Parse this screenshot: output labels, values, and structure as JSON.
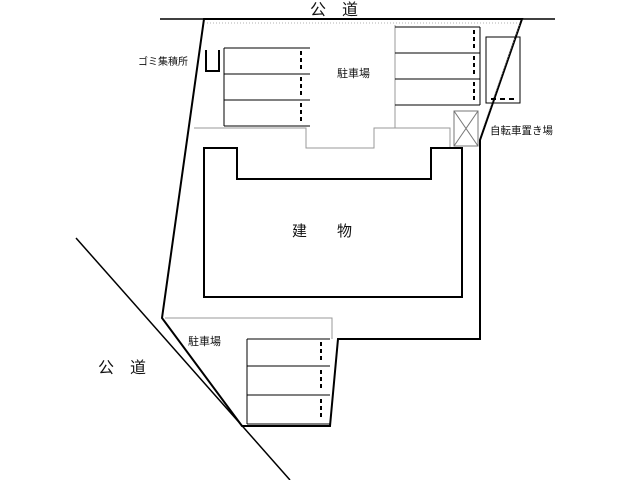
{
  "labels": {
    "road_top": "公　道",
    "road_left": "公　道",
    "parking_north": "駐車場",
    "parking_south": "駐車場",
    "garbage": "ゴミ集積所",
    "bicycle": "自転車置き場",
    "building": "建　　物"
  }
}
